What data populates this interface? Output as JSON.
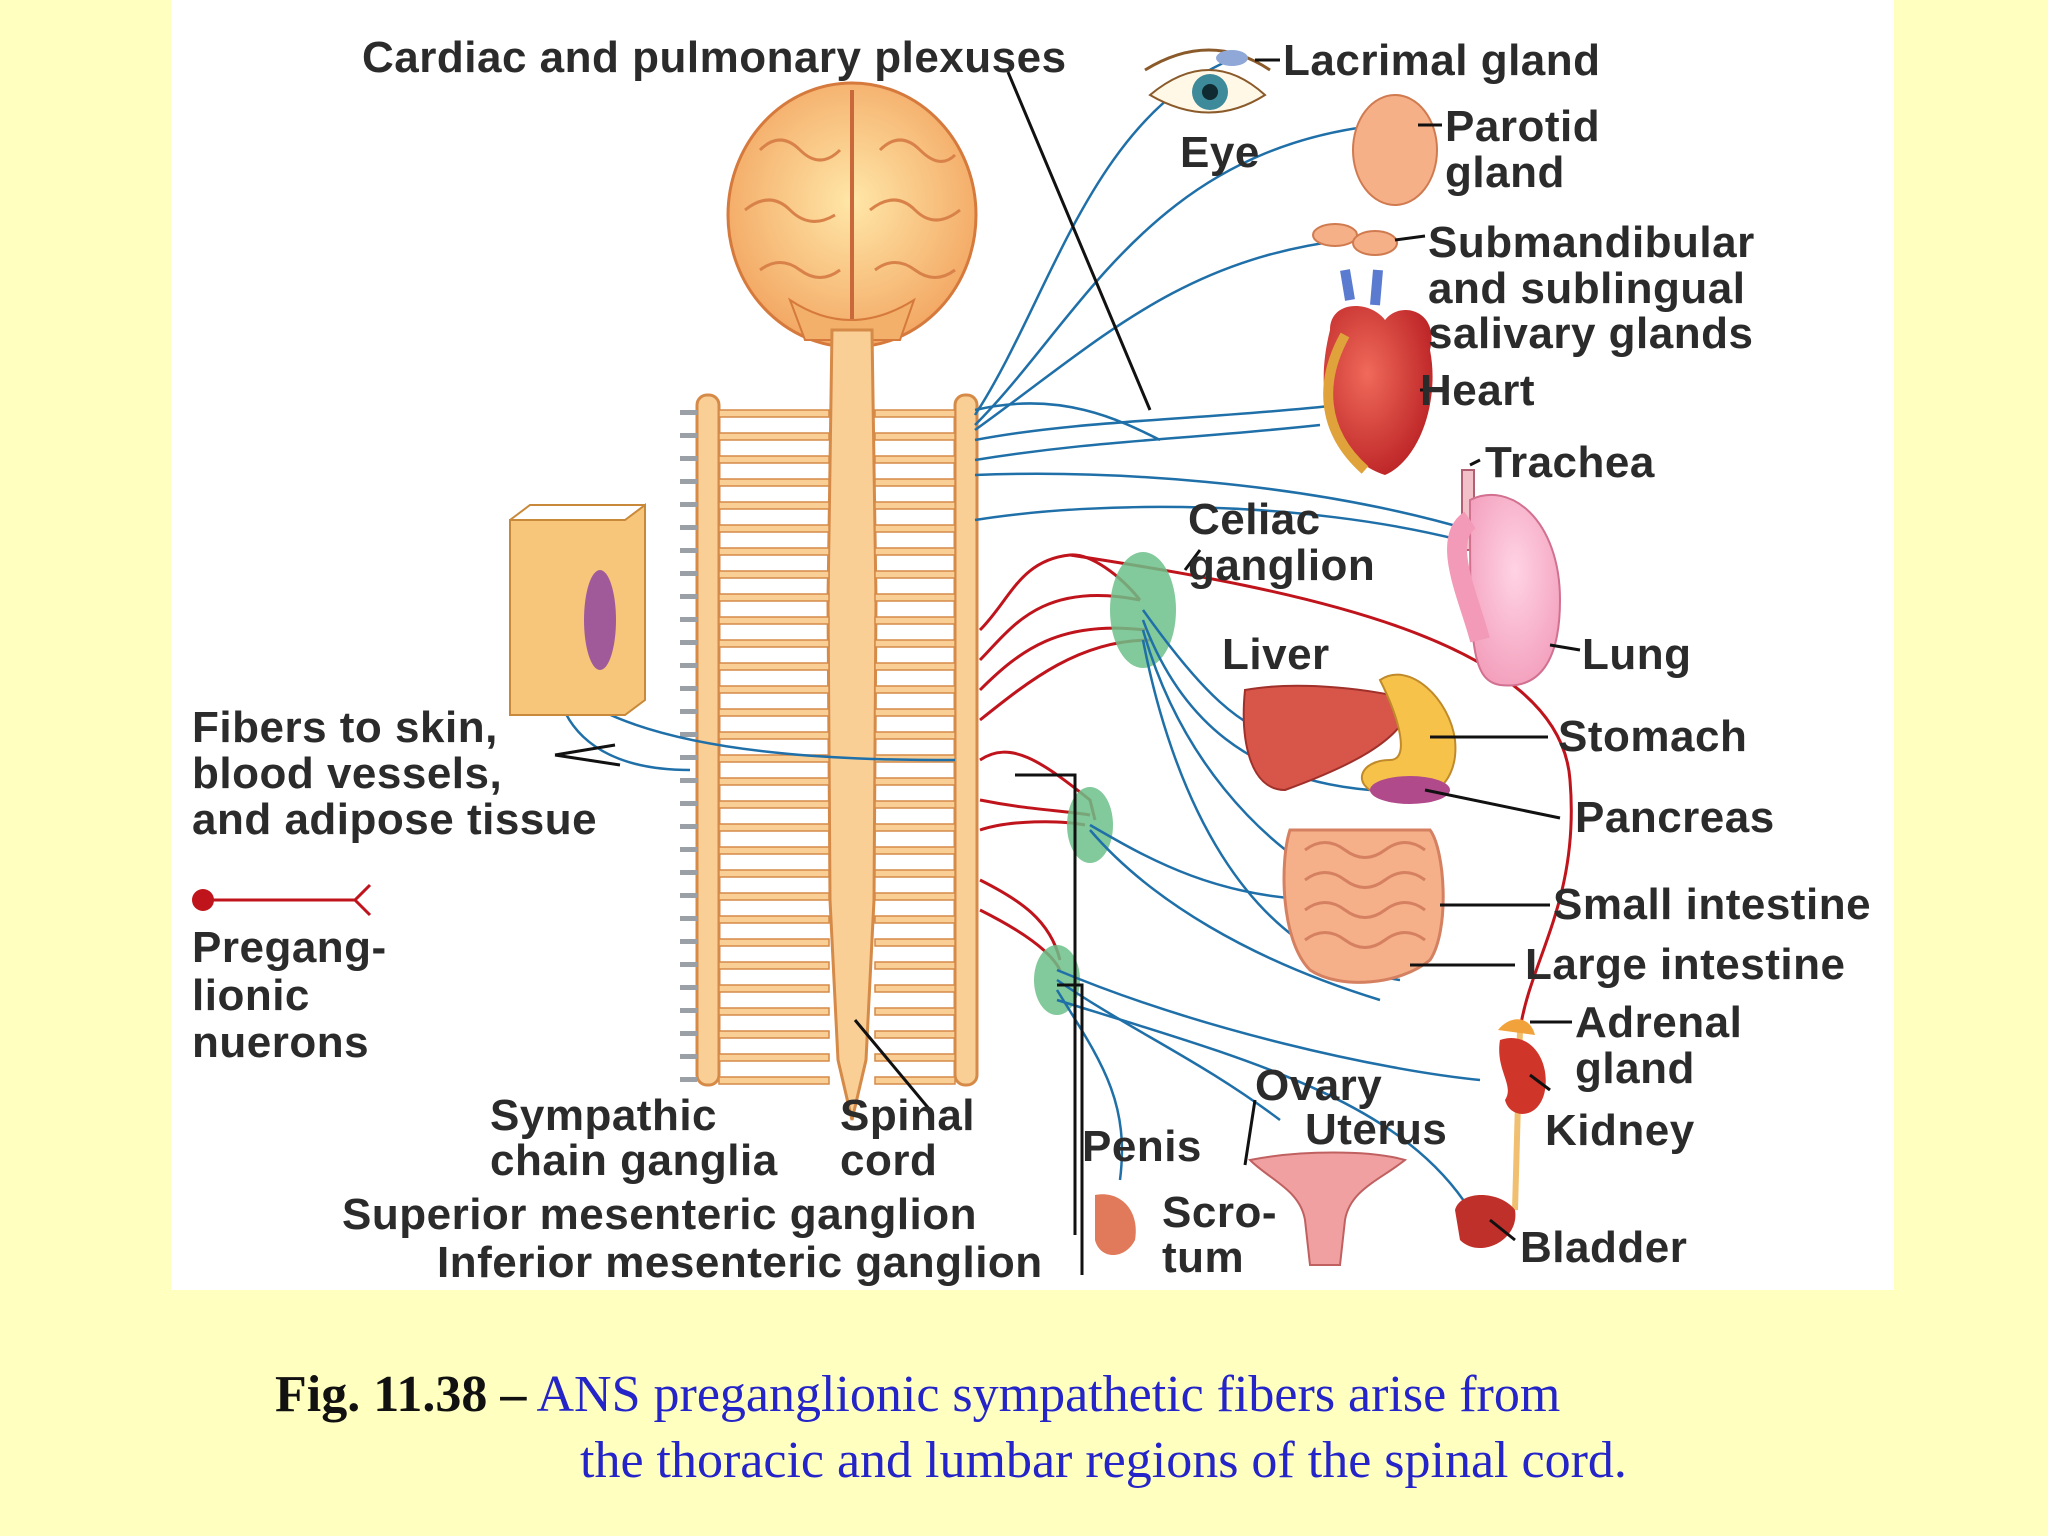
{
  "labels": {
    "cardiac": "Cardiac and pulmonary plexuses",
    "lacrimal": "Lacrimal gland",
    "eye": "Eye",
    "parotid": [
      "Parotid",
      "gland"
    ],
    "submandibular": [
      "Submandibular",
      "and sublingual",
      "salivary glands"
    ],
    "heart": "Heart",
    "trachea": "Trachea",
    "celiac": [
      "Celiac",
      "ganglion"
    ],
    "liver": "Liver",
    "lung": "Lung",
    "stomach": "Stomach",
    "pancreas": "Pancreas",
    "small_intestine": "Small intestine",
    "large_intestine": "Large intestine",
    "adrenal": [
      "Adrenal",
      "gland"
    ],
    "kidney": "Kidney",
    "bladder": "Bladder",
    "ovary": "Ovary",
    "uterus": "Uterus",
    "penis": "Penis",
    "scrotum": [
      "Scro-",
      "tum"
    ],
    "fibers": [
      "Fibers to skin,",
      "blood vessels,",
      "and adipose tissue"
    ],
    "preganglionic": [
      "Pregang-",
      "lionic",
      "nuerons"
    ],
    "sympathetic": [
      "Sympathic",
      "chain ganglia"
    ],
    "spinal": [
      "Spinal",
      "cord"
    ],
    "superior": "Superior mesenteric ganglion",
    "inferior": "Inferior mesenteric ganglion"
  },
  "caption": {
    "prefix": "Fig. 11.38 –",
    "line1": " ANS preganglionic sympathetic fibers arise from",
    "line2": "the thoracic and lumbar regions of the spinal cord."
  },
  "colors": {
    "background": "#ffffc0",
    "preganglionic_fiber": "#c0141c",
    "postganglionic_fiber": "#1f6fa8",
    "ganglion": "#6cc08a",
    "spinal_cord": "#f7c98a",
    "caption_blue": "#2424c8"
  }
}
